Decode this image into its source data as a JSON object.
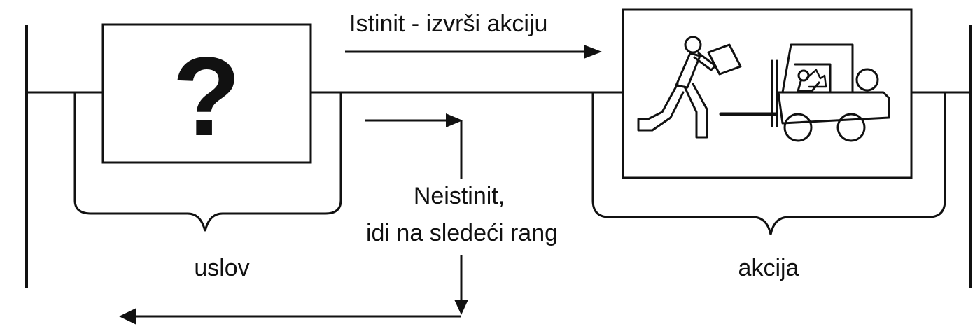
{
  "diagram": {
    "labels": {
      "true_branch": "Istinit - izvrši akciju",
      "false_branch_line1": "Neistinit,",
      "false_branch_line2": "idi na sledeći rang",
      "condition": "uslov",
      "action": "akcija"
    },
    "condition_box_symbol": "?",
    "icons": {
      "condition": "question-mark-icon",
      "action": "worker-with-forklift-icon"
    },
    "colors": {
      "line": "#111111",
      "background": "#ffffff"
    }
  }
}
